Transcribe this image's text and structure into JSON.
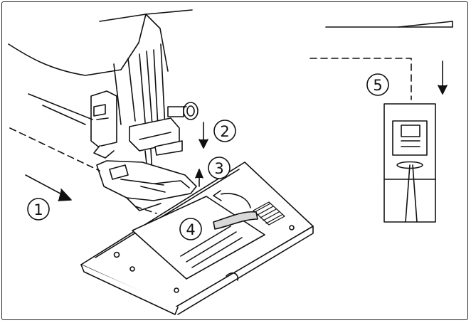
{
  "steps": [
    {
      "label": "1"
    },
    {
      "label": "2"
    },
    {
      "label": "3"
    },
    {
      "label": "4"
    },
    {
      "label": "5"
    }
  ],
  "colors": {
    "line": "#111111",
    "fill": "#ffffff",
    "lever_fill": "#d9d9d9",
    "hatch": "#111111"
  }
}
